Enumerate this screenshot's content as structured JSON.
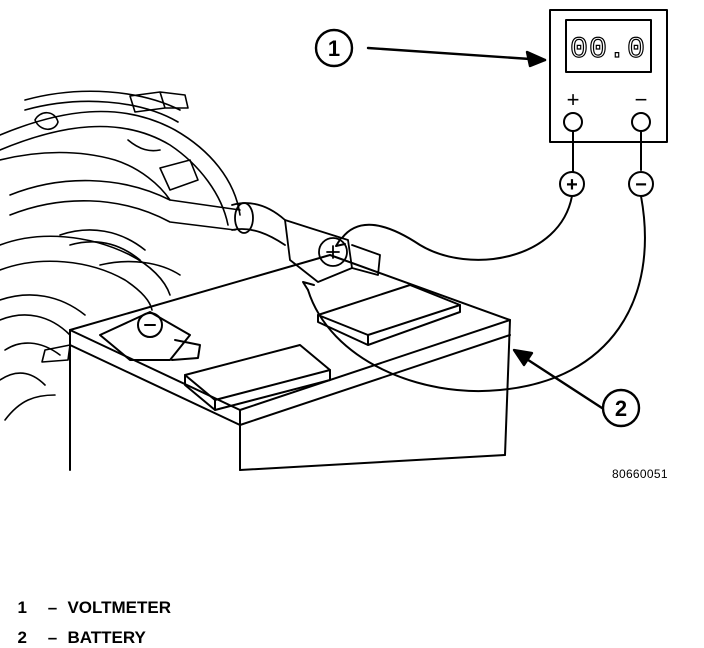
{
  "callouts": [
    "1",
    "2"
  ],
  "meter": {
    "display": "00.0",
    "positive_symbol": "+",
    "negative_symbol": "−"
  },
  "figure_id": "80660051",
  "legend": [
    {
      "num": "1",
      "dash": "–",
      "label": "VOLTMETER"
    },
    {
      "num": "2",
      "dash": "–",
      "label": "BATTERY"
    }
  ]
}
